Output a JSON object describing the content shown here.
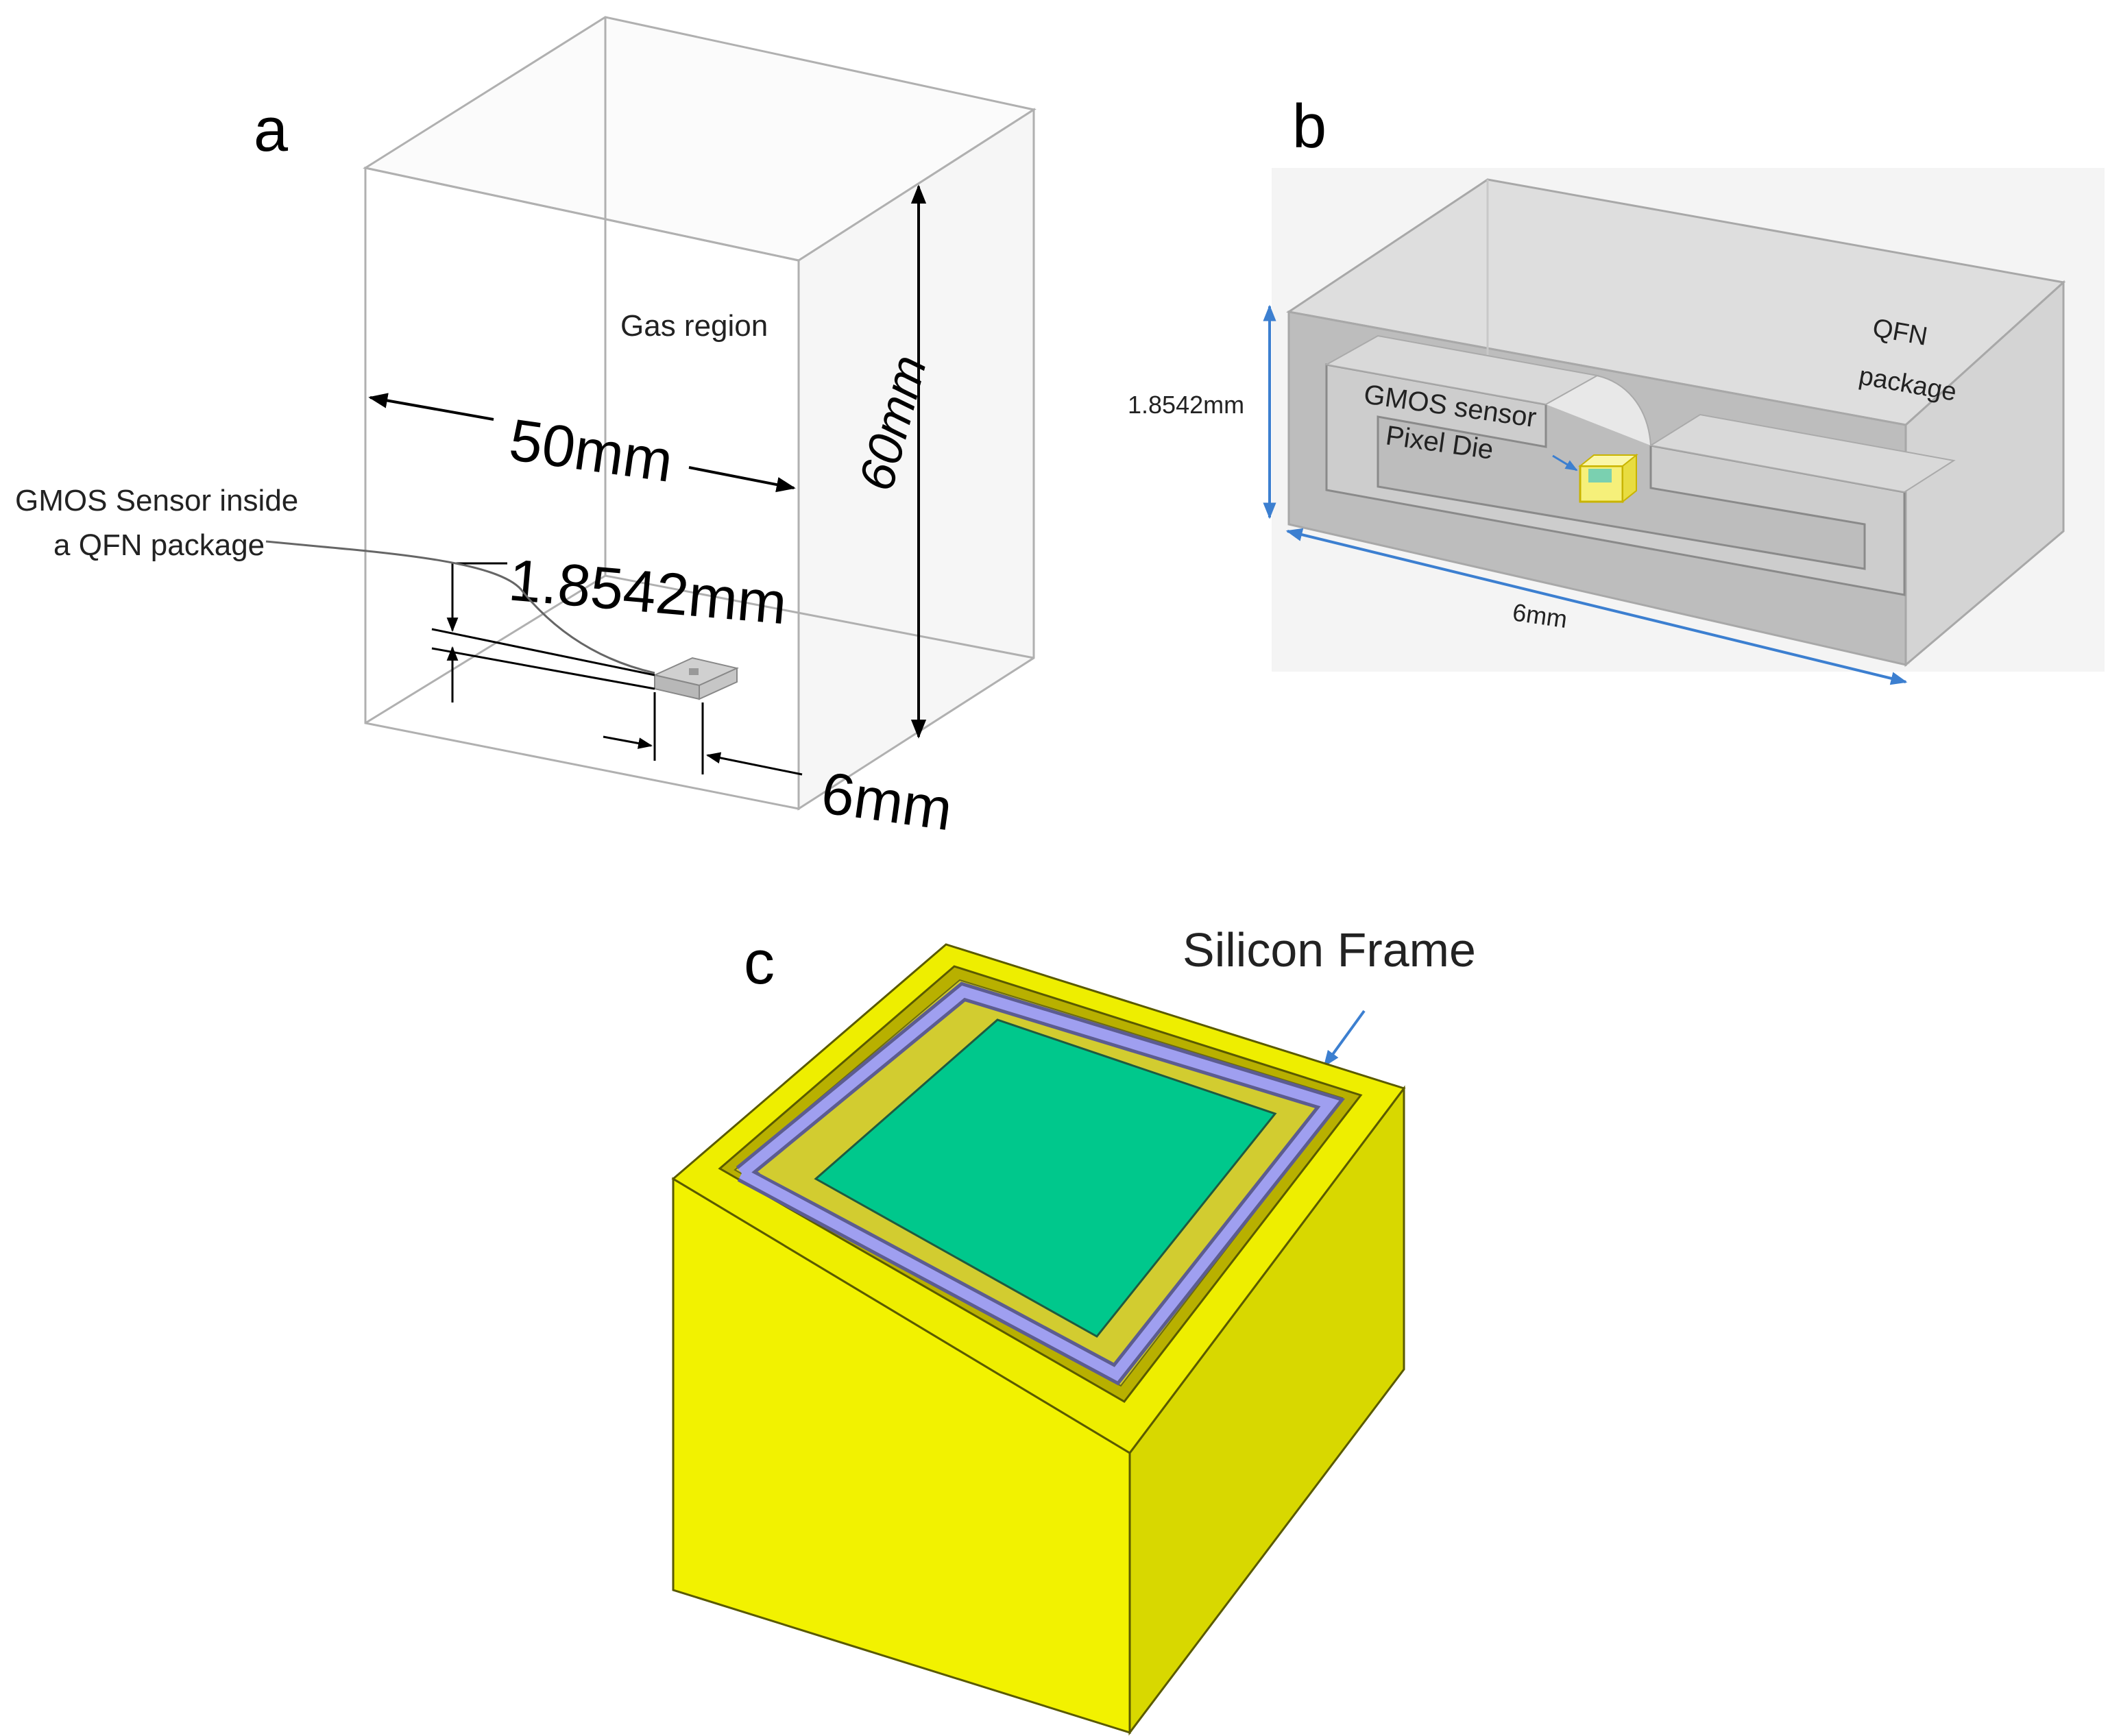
{
  "panels": {
    "a": {
      "letter": "a",
      "gas_region": "Gas region",
      "width_dim": "50mm",
      "height_dim": "60mm",
      "thickness_dim": "1.8542mm",
      "package_dim": "6mm",
      "callout_line1": "GMOS Sensor inside",
      "callout_line2": "a QFN package"
    },
    "b": {
      "letter": "b",
      "height_dim": "1.8542mm",
      "width_dim": "6mm",
      "package_line1": "QFN",
      "package_line2": "package",
      "sensor_line1": "GMOS sensor",
      "sensor_line2": "Pixel Die"
    },
    "c": {
      "letter": "c",
      "frame_label": "Silicon Frame"
    }
  },
  "colors": {
    "frame_yellow": "#f2f200",
    "frame_yellow_side": "#d8d800",
    "membrane_green": "#00c88c",
    "heater_lavender": "#9f9ff0",
    "dimension_arrow_blue": "#3c7fd0",
    "package_gray": "#d9d9d9"
  }
}
